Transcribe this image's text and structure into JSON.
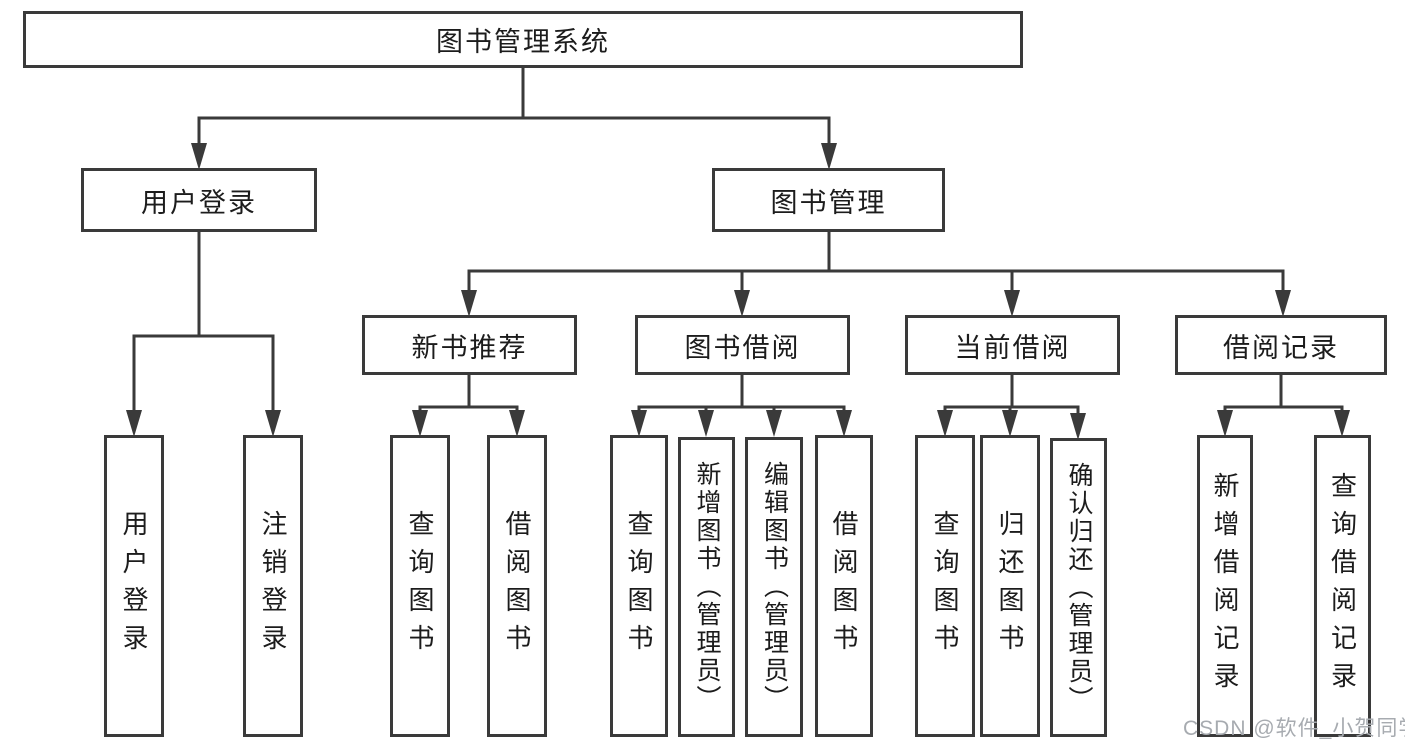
{
  "tree": {
    "root": {
      "label": "图书管理系统"
    },
    "branches": [
      {
        "label": "用户登录",
        "leaves": [
          "用户登录",
          "注销登录"
        ]
      },
      {
        "label": "图书管理",
        "groups": [
          {
            "label": "新书推荐",
            "leaves": [
              "查询图书",
              "借阅图书"
            ]
          },
          {
            "label": "图书借阅",
            "leaves": [
              "查询图书",
              "新增图书（管理员）",
              "编辑图书（管理员）",
              "借阅图书"
            ]
          },
          {
            "label": "当前借阅",
            "leaves": [
              "查询图书",
              "归还图书",
              "确认归还（管理员）"
            ]
          },
          {
            "label": "借阅记录",
            "leaves": [
              "新增借阅记录",
              "查询借阅记录"
            ]
          }
        ]
      }
    ]
  },
  "watermark": {
    "text": "CSDN @软件_小贺同学"
  },
  "colors": {
    "line": "#3a3a3a",
    "text": "#1c1c1c",
    "watermark": "#a7abb0",
    "background": "#ffffff"
  }
}
